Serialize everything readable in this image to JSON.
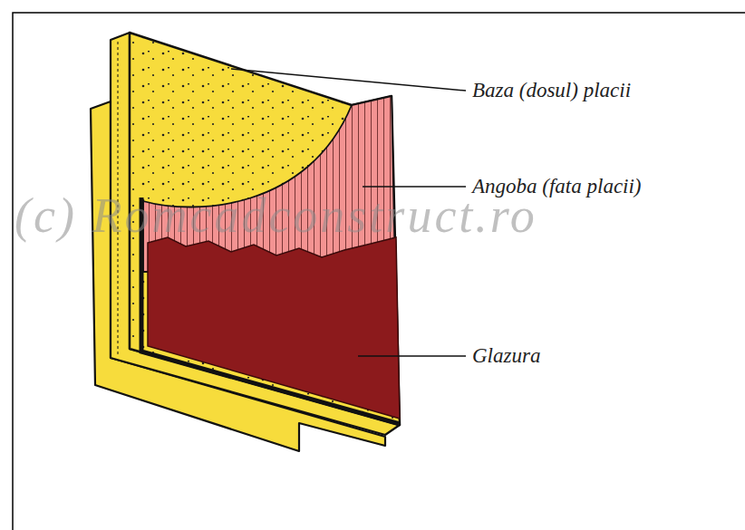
{
  "diagram": {
    "labels": [
      "Baza (dosul) placii",
      "Angoba (fata placii)",
      "Glazura",
      "(c) Romcadconstruct.ro"
    ]
  }
}
